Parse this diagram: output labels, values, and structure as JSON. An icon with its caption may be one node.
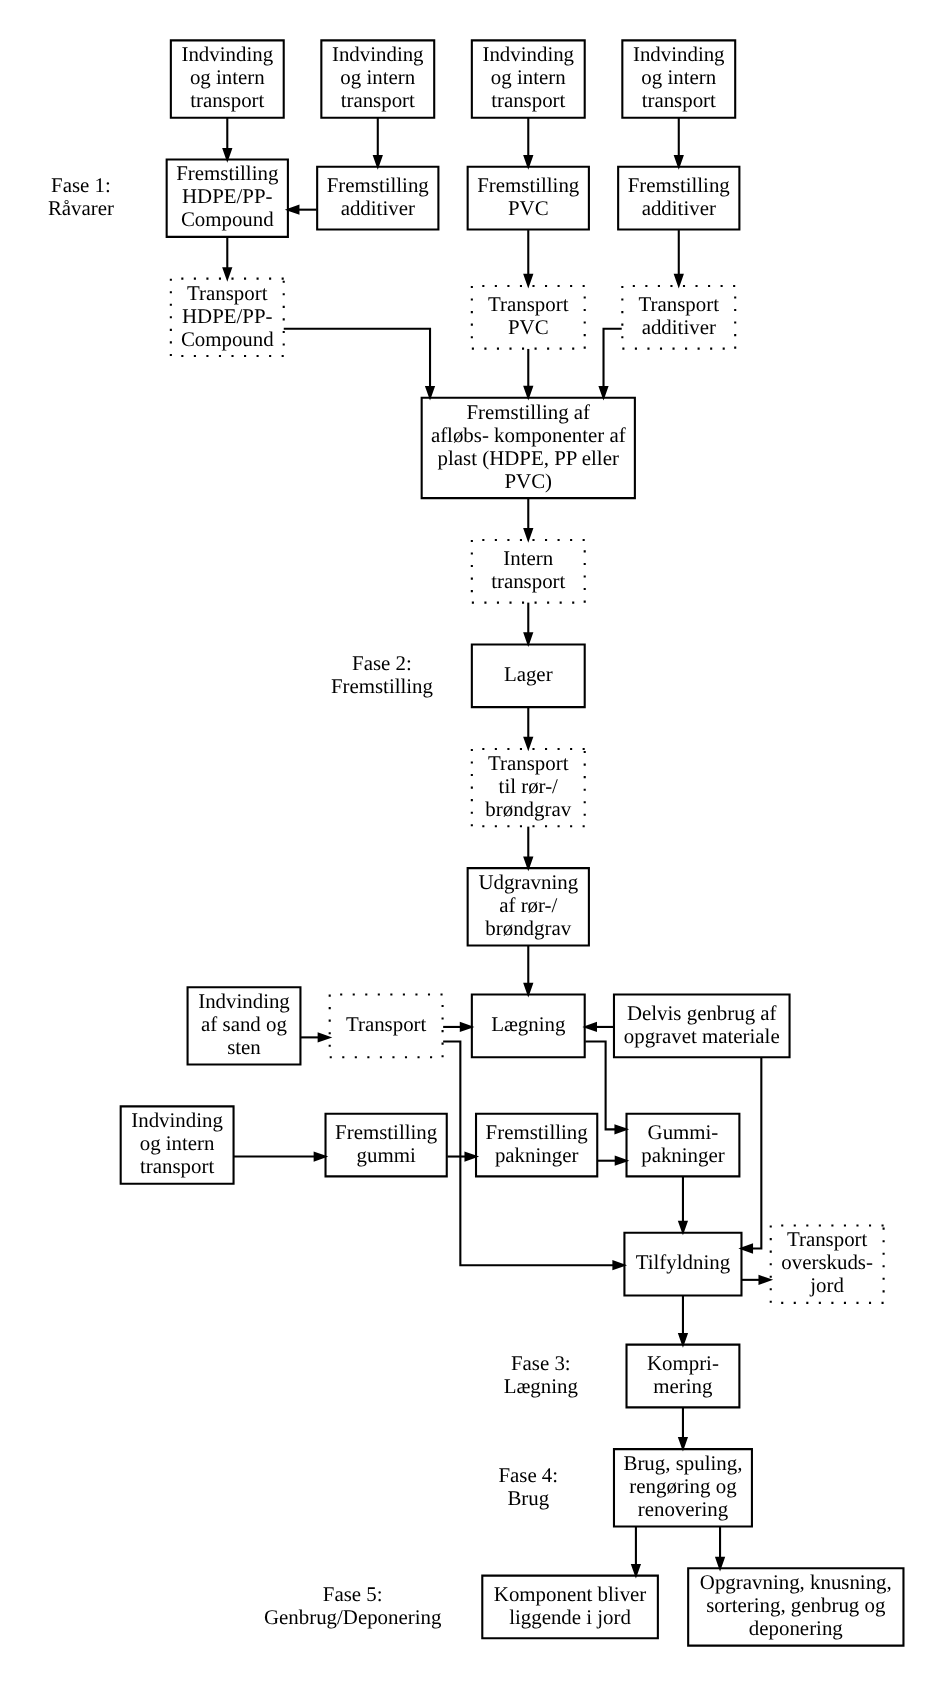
{
  "diagram": {
    "nodes": [
      {
        "text": [
          "Indvinding og intern transport"
        ]
      },
      {
        "text": [
          "Indvinding og intern transport"
        ]
      },
      {
        "text": [
          "Indvinding og intern transport"
        ]
      },
      {
        "text": [
          "Indvinding og intern transport"
        ]
      },
      {
        "text": [
          "Fremstilling HDPE/PP-Compound"
        ]
      },
      {
        "text": [
          "Fremstilling additiver"
        ]
      },
      {
        "text": [
          "Fremstilling PVC"
        ]
      },
      {
        "text": [
          "Fremstilling additiver"
        ]
      },
      {
        "text": [
          "Transport HDPE/PP-Compound"
        ]
      },
      {
        "text": [
          "Transport PVC"
        ]
      },
      {
        "text": [
          "Transport additiver"
        ]
      },
      {
        "text": [
          "Fremstilling af afløbs- komponenter af plast (HDPE, PP eller PVC)"
        ]
      },
      {
        "text": [
          "Intern transport"
        ]
      },
      {
        "text": [
          "Lager"
        ]
      },
      {
        "text": [
          "Transport til rør-/ brøndgrav"
        ]
      },
      {
        "text": [
          "Udgravning af rør-/ brøndgrav"
        ]
      },
      {
        "text": [
          "Indvinding af sand og sten"
        ]
      },
      {
        "text": [
          "Transport"
        ]
      },
      {
        "text": [
          "Lægning"
        ]
      },
      {
        "text": [
          "Delvis genbrug af opgravet materiale"
        ]
      },
      {
        "text": [
          "Indvinding og intern transport"
        ]
      },
      {
        "text": [
          "Fremstilling gummi"
        ]
      },
      {
        "text": [
          "Fremstilling pakninger"
        ]
      },
      {
        "text": [
          "Gummi- pakninger"
        ]
      },
      {
        "text": [
          "Tilfyldning"
        ]
      },
      {
        "text": [
          "Transport overskuds- jord"
        ]
      },
      {
        "text": [
          "Kompri- mering"
        ]
      },
      {
        "text": [
          "Brug, spuling, rengøring og renovering"
        ]
      },
      {
        "text": [
          "Komponent bliver liggende i jord"
        ]
      },
      {
        "text": [
          "Opgravning, knusning, sortering, genbrug og deponering"
        ]
      }
    ],
    "edges": [
      {
        "from": 0,
        "to": 4,
        "arrow": "to"
      },
      {
        "from": 1,
        "to": 5,
        "arrow": "to"
      },
      {
        "from": 2,
        "to": 6,
        "arrow": "to"
      },
      {
        "from": 3,
        "to": 7,
        "arrow": "to"
      },
      {
        "from": 5,
        "to": 4,
        "arrow": "to"
      },
      {
        "from": 4,
        "to": 8,
        "arrow": "to"
      },
      {
        "from": 6,
        "to": 9,
        "arrow": "to"
      },
      {
        "from": 7,
        "to": 10,
        "arrow": "to"
      },
      {
        "from": 8,
        "to": 11,
        "arrow": "to"
      },
      {
        "from": 9,
        "to": 11,
        "arrow": "to"
      },
      {
        "from": 10,
        "to": 11,
        "arrow": "to"
      },
      {
        "from": 11,
        "to": 12,
        "arrow": "to"
      },
      {
        "from": 12,
        "to": 13,
        "arrow": "to"
      },
      {
        "from": 13,
        "to": 14,
        "arrow": "to"
      },
      {
        "from": 14,
        "to": 15,
        "arrow": "to"
      },
      {
        "from": 15,
        "to": 18,
        "arrow": "to"
      },
      {
        "from": 16,
        "to": 17,
        "arrow": "to"
      },
      {
        "from": 17,
        "to": 18,
        "arrow": "to"
      },
      {
        "from": 17,
        "to": 24,
        "arrow": "to"
      },
      {
        "from": 19,
        "to": 18,
        "arrow": "to"
      },
      {
        "from": 19,
        "to": 24,
        "arrow": "to"
      },
      {
        "from": 18,
        "to": 23,
        "arrow": "to"
      },
      {
        "from": 20,
        "to": 21,
        "arrow": "to"
      },
      {
        "from": 21,
        "to": 22,
        "arrow": "to"
      },
      {
        "from": 22,
        "to": 23,
        "arrow": "to"
      },
      {
        "from": 23,
        "to": 24,
        "arrow": "to"
      },
      {
        "from": 24,
        "to": 25,
        "arrow": "to"
      },
      {
        "from": 24,
        "to": 26,
        "arrow": "to"
      },
      {
        "from": 26,
        "to": 27,
        "arrow": "to"
      },
      {
        "from": 27,
        "to": 28,
        "arrow": "to"
      },
      {
        "from": 27,
        "to": 29,
        "arrow": "to"
      }
    ],
    "labels": [
      "Fase 1: Råvarer",
      "Fase 2: Fremstilling",
      "Fase 3: Lægning",
      "Fase 4: Brug",
      "Fase 5: Genbrug/Deponering"
    ]
  }
}
